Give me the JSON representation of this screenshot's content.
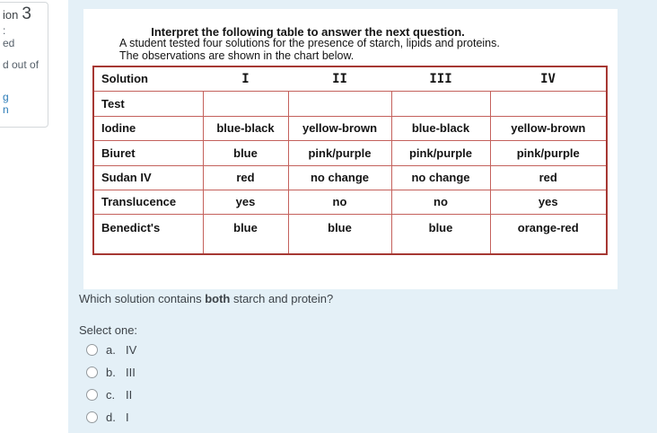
{
  "colors": {
    "area_bg": "#e4f0f7",
    "table_border_outer": "#a63833",
    "table_border_inner": "#c4615c",
    "link_blue": "#2c7cb8",
    "text_dark": "#3d4349"
  },
  "sidebar": {
    "question_prefix_fragment": "ion",
    "question_number": "3",
    "colon_fragment": ":",
    "answered_fragment": "ed",
    "marked_fragment": "d out of",
    "flag_link_fragment": "g",
    "edit_link_fragment": "n"
  },
  "question": {
    "image": {
      "title": "Interpret the following table to answer the next question.",
      "description_line1": "A student tested four solutions for the presence of starch, lipids and proteins.",
      "description_line2": "The observations are shown in the chart below.",
      "table": {
        "header": [
          "Solution",
          "I",
          "II",
          "III",
          "IV"
        ],
        "rows": [
          {
            "label": "Test",
            "values": [
              "",
              "",
              "",
              ""
            ]
          },
          {
            "label": "Iodine",
            "values": [
              "blue-black",
              "yellow-brown",
              "blue-black",
              "yellow-brown"
            ]
          },
          {
            "label": "Biuret",
            "values": [
              "blue",
              "pink/purple",
              "pink/purple",
              "pink/purple"
            ]
          },
          {
            "label": "Sudan IV",
            "values": [
              "red",
              "no change",
              "no change",
              "red"
            ]
          },
          {
            "label": "Translucence",
            "values": [
              "yes",
              "no",
              "no",
              "yes"
            ]
          },
          {
            "label": "Benedict's",
            "values": [
              "blue",
              "blue",
              "blue",
              "orange-red"
            ]
          }
        ]
      }
    },
    "prompt_prefix": "Which solution contains ",
    "prompt_bold": "both",
    "prompt_suffix": " starch and protein?",
    "select_label": "Select one:",
    "options": [
      {
        "letter": "a.",
        "text": "IV"
      },
      {
        "letter": "b.",
        "text": "III"
      },
      {
        "letter": "c.",
        "text": "II"
      },
      {
        "letter": "d.",
        "text": "I"
      }
    ]
  }
}
